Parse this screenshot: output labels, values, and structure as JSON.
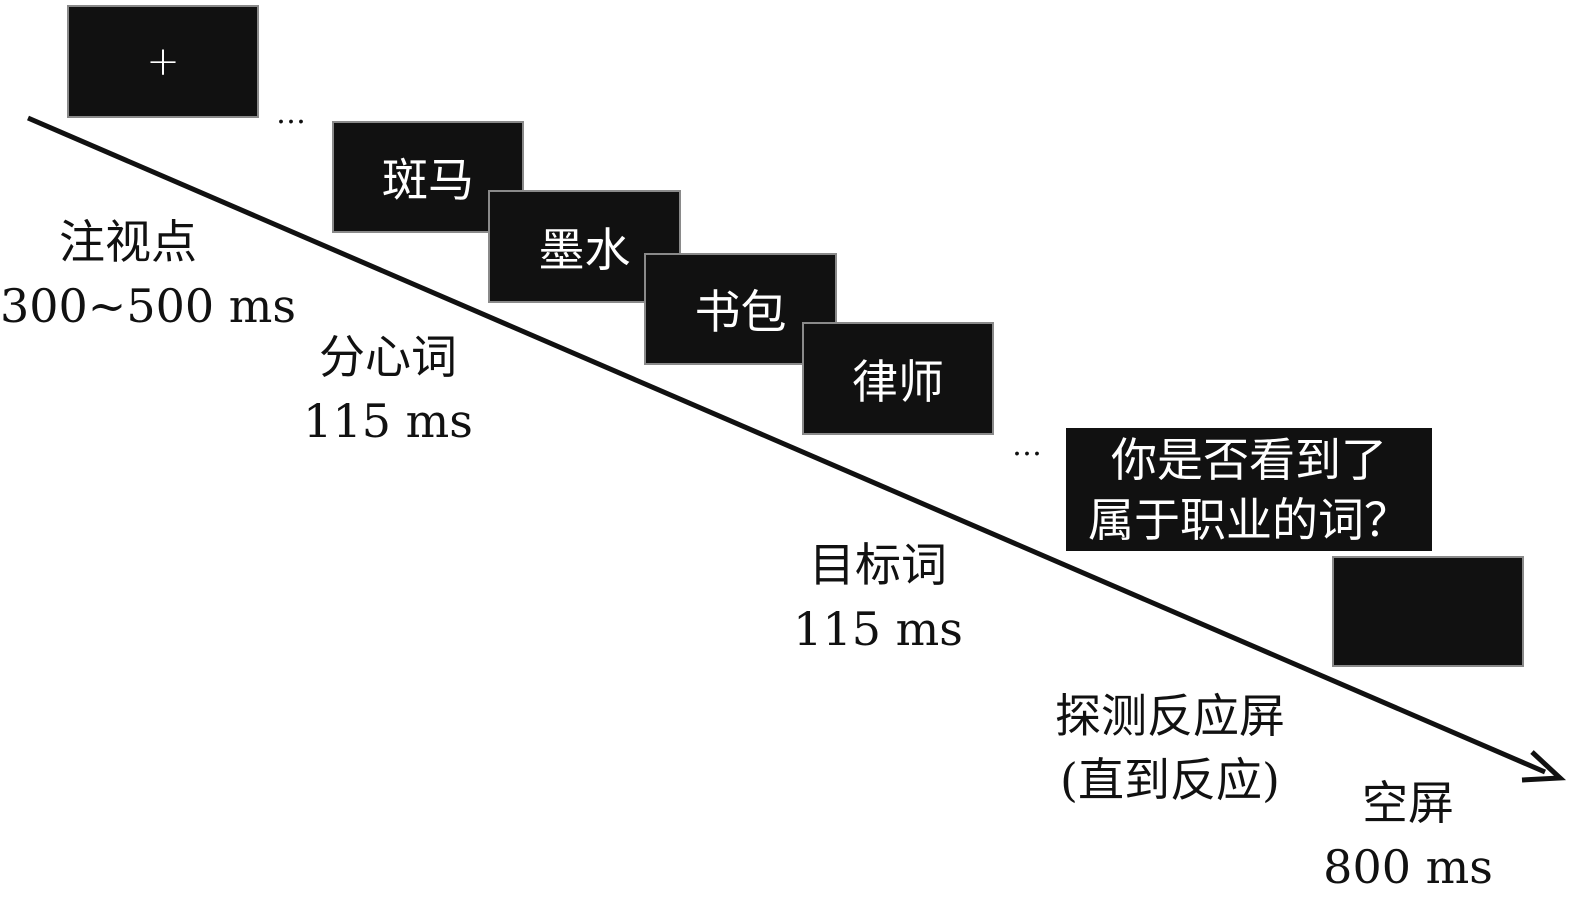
{
  "screens": {
    "fixation": "+",
    "distractor1": "斑马",
    "distractor2": "墨水",
    "distractor3": "书包",
    "target": "律师",
    "probe_line1": "你是否看到了",
    "probe_line2": "属于职业的词？",
    "blank": ""
  },
  "ellipsis": "…",
  "labels": {
    "fixation_name": "注视点",
    "fixation_time": "300~500 ms",
    "distractor_name": "分心词",
    "distractor_time": "115 ms",
    "target_name": "目标词",
    "target_time": "115 ms",
    "probe_name": "探测反应屏",
    "probe_time": "(直到反应)",
    "blank_name": "空屏",
    "blank_time": "800 ms"
  }
}
